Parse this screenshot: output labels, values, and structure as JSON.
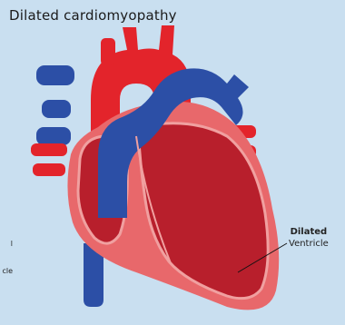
{
  "title": "Dilated cardiomyopathy",
  "left_label": {
    "line1": "l",
    "line2": "cle"
  },
  "right_label": {
    "line1": "Dilated",
    "line2": "Ventricle"
  },
  "colors": {
    "background": "#c9dff0",
    "vein_blue": "#2c4fa6",
    "aorta_red": "#e3242b",
    "heart_outer": "#e8686b",
    "chamber": "#b81f2c",
    "chamber_edge": "#f0a0a0"
  }
}
